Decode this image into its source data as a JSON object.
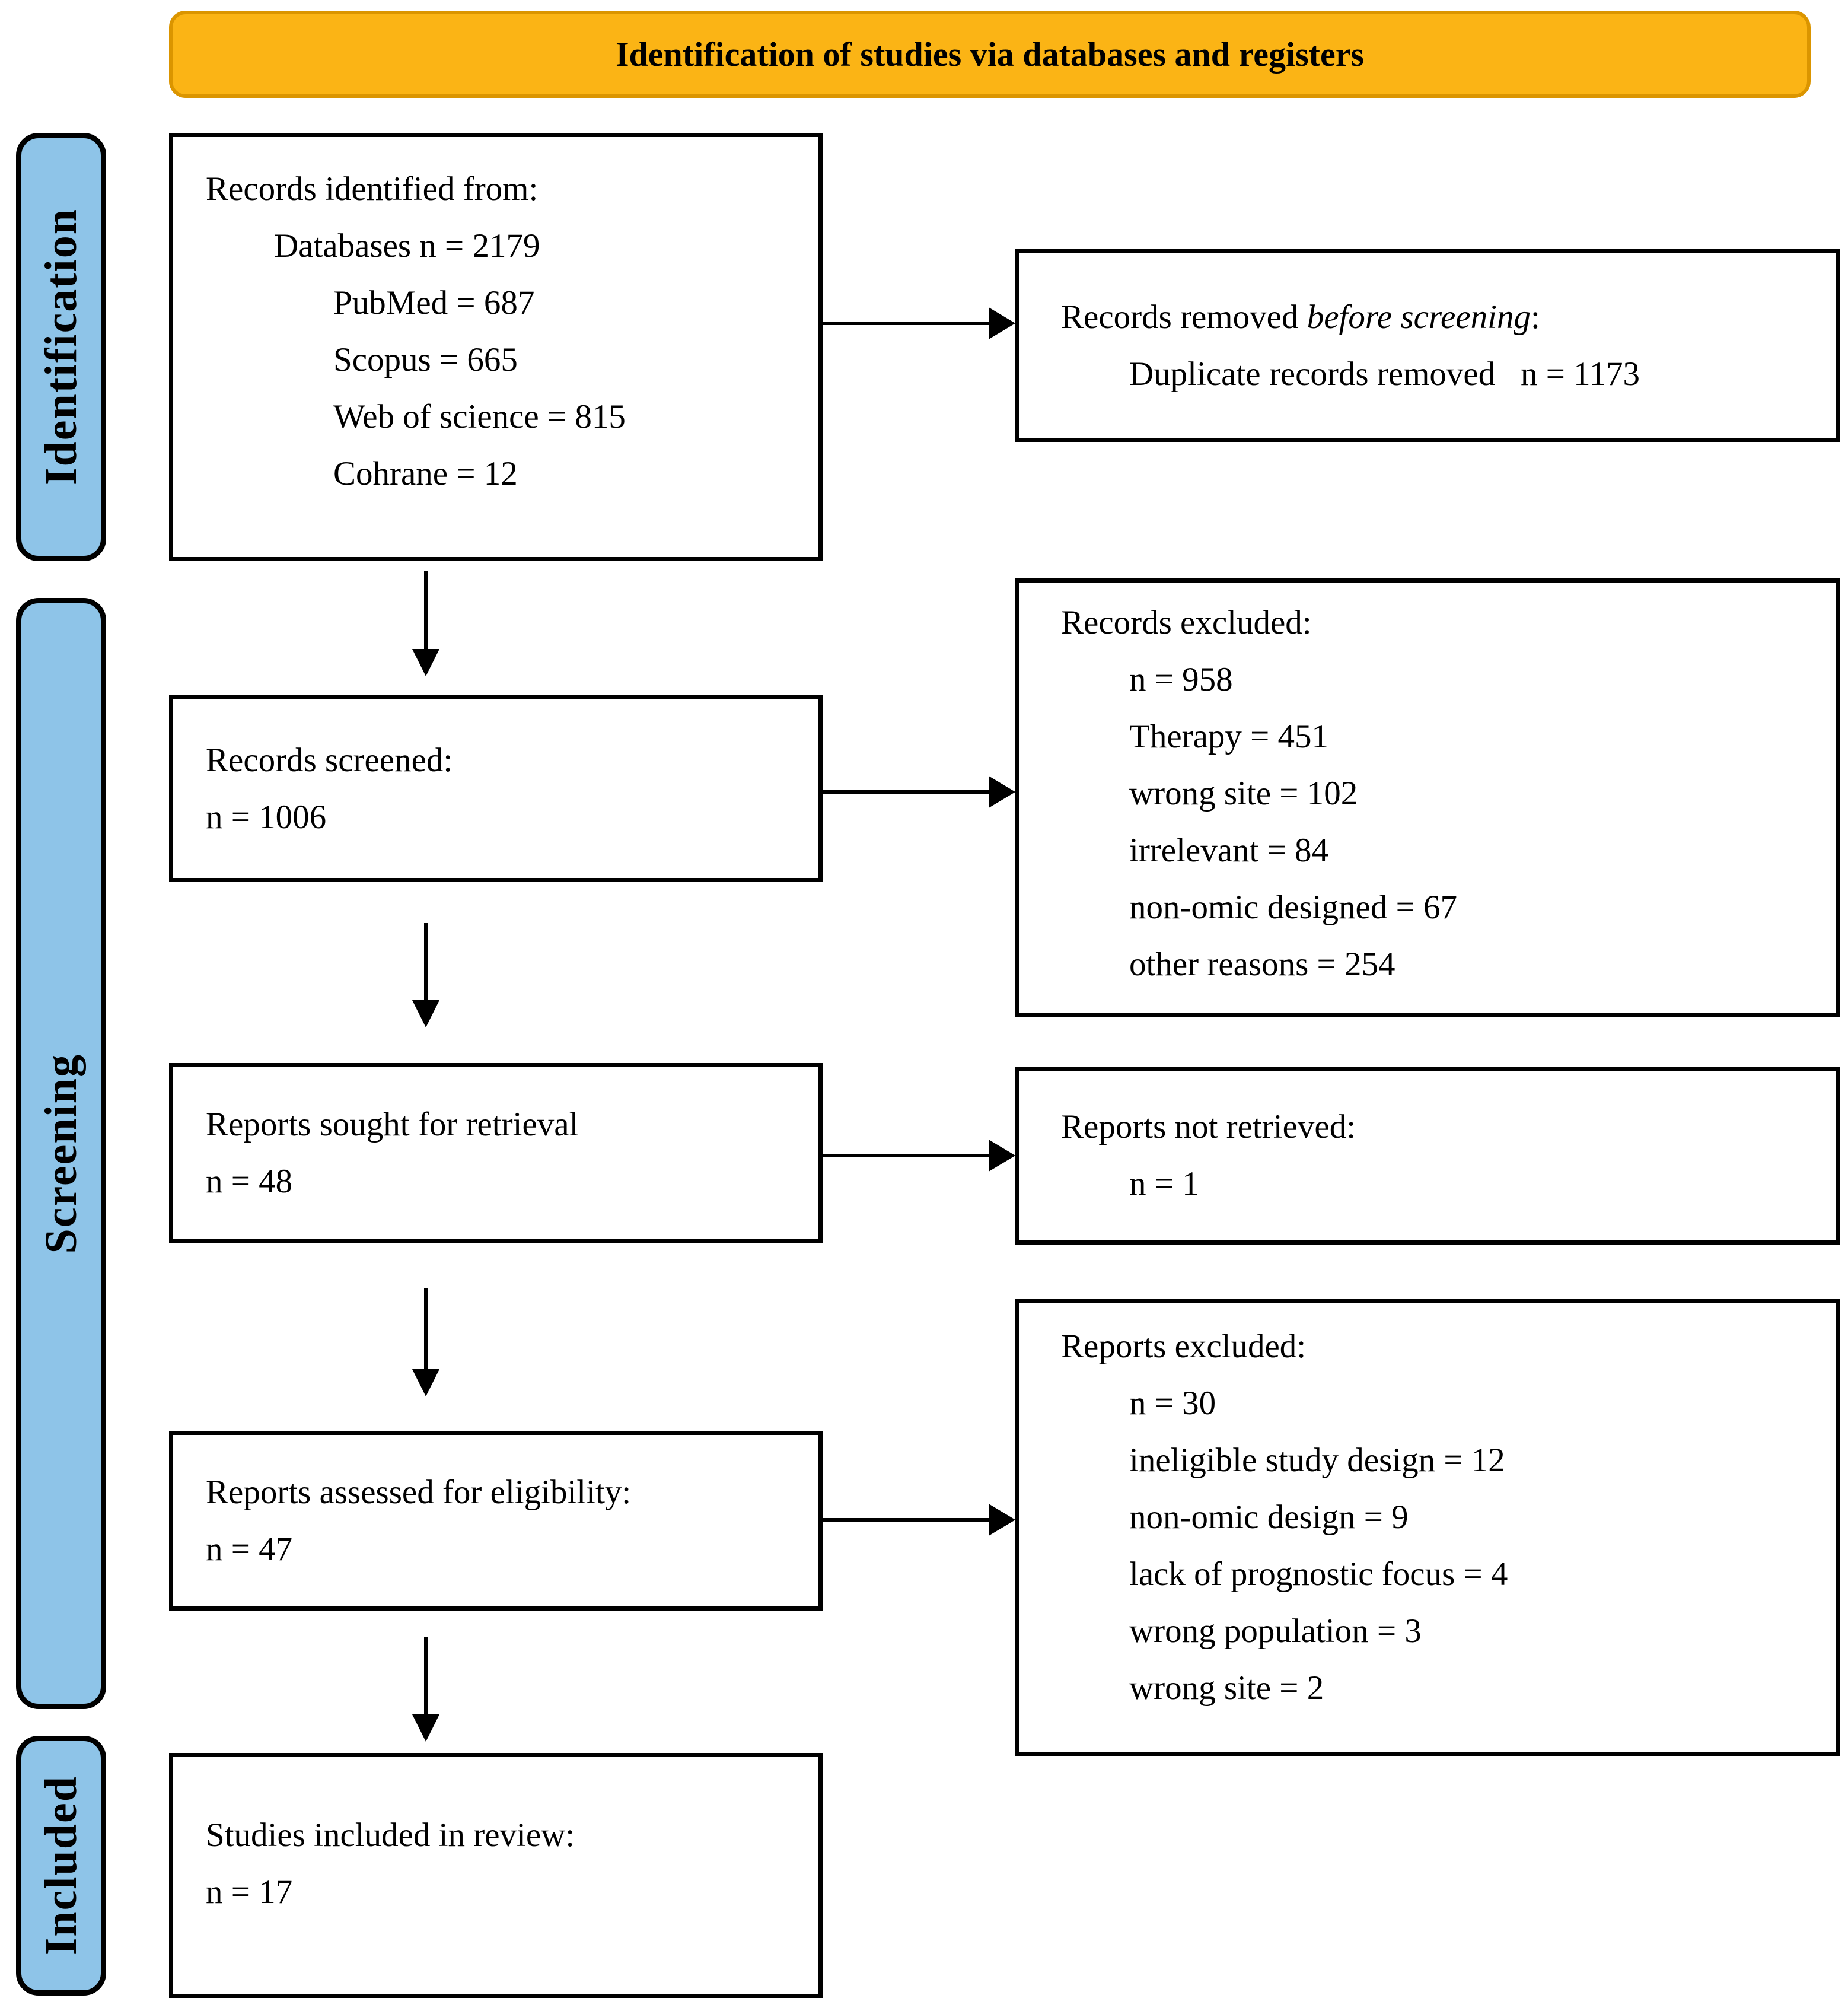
{
  "banner": {
    "title": "Identification of studies via databases and registers"
  },
  "colors": {
    "banner_fill": "#FBB415",
    "banner_border": "#DB9500",
    "stage_fill": "#8EC4E8"
  },
  "stages": {
    "identification": "Identification",
    "screening": "Screening",
    "included": "Included"
  },
  "boxes": {
    "identified": {
      "lines": [
        {
          "text": "Records identified from:",
          "indent": 0
        },
        {
          "text": "Databases n = 2179",
          "indent": 1
        },
        {
          "text": "PubMed = 687",
          "indent": 2
        },
        {
          "text": "Scopus = 665",
          "indent": 2
        },
        {
          "text": "Web of science = 815",
          "indent": 2
        },
        {
          "text": "Cohrane = 12",
          "indent": 2
        }
      ]
    },
    "removed": {
      "lines": [
        {
          "parts": [
            {
              "text": "Records removed "
            },
            {
              "text": "before screening",
              "italic": true
            },
            {
              "text": ":"
            }
          ],
          "indent": 0
        },
        {
          "text": "Duplicate records removed   n = 1173",
          "indent": 1
        }
      ]
    },
    "screened": {
      "lines": [
        {
          "text": "Records screened:",
          "indent": 0
        },
        {
          "text": "n = 1006",
          "indent": 0
        }
      ]
    },
    "records_excluded": {
      "lines": [
        {
          "text": "Records excluded:",
          "indent": 0
        },
        {
          "text": "n = 958",
          "indent": 1
        },
        {
          "text": "Therapy = 451",
          "indent": 1
        },
        {
          "text": "wrong site = 102",
          "indent": 1
        },
        {
          "text": "irrelevant = 84",
          "indent": 1
        },
        {
          "text": "non-omic designed = 67",
          "indent": 1
        },
        {
          "text": "other reasons = 254",
          "indent": 1
        }
      ]
    },
    "sought": {
      "lines": [
        {
          "text": "Reports sought for retrieval",
          "indent": 0
        },
        {
          "text": "n = 48",
          "indent": 0
        }
      ]
    },
    "not_retrieved": {
      "lines": [
        {
          "text": "Reports not retrieved:",
          "indent": 0
        },
        {
          "text": "n = 1",
          "indent": 1
        }
      ]
    },
    "assessed": {
      "lines": [
        {
          "text": "Reports assessed for eligibility:",
          "indent": 0
        },
        {
          "text": "n = 47",
          "indent": 0
        }
      ]
    },
    "reports_excluded": {
      "lines": [
        {
          "text": "Reports excluded:",
          "indent": 0
        },
        {
          "text": "n = 30",
          "indent": 1
        },
        {
          "text": "ineligible study design = 12",
          "indent": 1
        },
        {
          "text": "non-omic design = 9",
          "indent": 1
        },
        {
          "text": "lack of prognostic focus = 4",
          "indent": 1
        },
        {
          "text": "wrong population = 3",
          "indent": 1
        },
        {
          "text": "wrong site = 2",
          "indent": 1
        }
      ]
    },
    "included_studies": {
      "lines": [
        {
          "text": "Studies included in review:",
          "indent": 0
        },
        {
          "text": "n = 17",
          "indent": 0
        }
      ]
    }
  }
}
